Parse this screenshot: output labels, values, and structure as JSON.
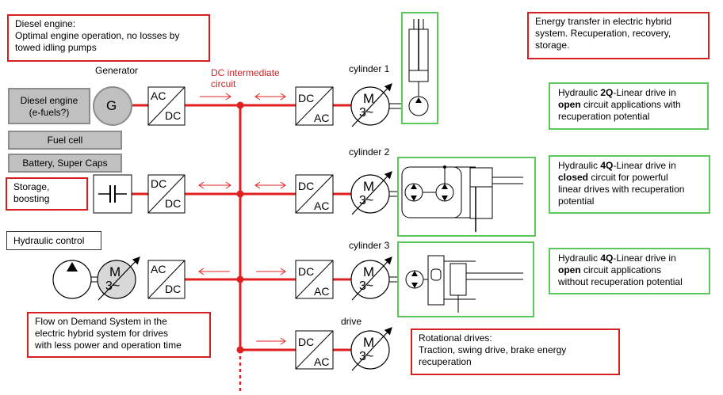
{
  "notes": {
    "diesel": [
      "Diesel engine:",
      "Optimal engine operation, no losses by",
      "towed idling pumps"
    ],
    "energy": [
      "Energy transfer in electric hybrid",
      "system. Recuperation, recovery,",
      "storage."
    ],
    "storage": [
      "Storage,",
      "boosting"
    ],
    "fod": [
      "Flow on Demand System in the",
      "electric hybrid system for drives",
      "with less power and operation time"
    ],
    "rotational": [
      "Rotational drives:",
      "Traction, swing drive, brake energy",
      "recuperation"
    ]
  },
  "green_notes": {
    "cyl1": {
      "pre": "Hydraulic ",
      "bold1": "2Q",
      "mid": "-Linear drive in",
      "bold2": "open",
      "post": " circuit applications with",
      "tail": "recuperation potential"
    },
    "cyl2": {
      "pre": "Hydraulic ",
      "bold1": "4Q",
      "mid": "-Linear drive in",
      "bold2": "closed",
      "post": " circuit for powerful",
      "tail": "linear drives with recuperation",
      "tail2": "potential"
    },
    "cyl3": {
      "pre": "Hydraulic ",
      "bold1": "4Q",
      "mid": "-Linear drive in",
      "bold2": "open",
      "post": " circuit applications",
      "tail": "without recuperation potential"
    }
  },
  "sources": {
    "diesel_engine": [
      "Diesel engine",
      "(e-fuels?)"
    ],
    "fuel_cell": "Fuel cell",
    "battery": "Battery, Super Caps",
    "hydraulic_control": "Hydraulic control"
  },
  "labels": {
    "generator": "Generator",
    "g": "G",
    "dc_circuit": [
      "DC intermediate",
      "circuit"
    ],
    "cylinder1": "cylinder 1",
    "cylinder2": "cylinder 2",
    "cylinder3": "cylinder 3",
    "drive": "drive"
  },
  "converters": {
    "ac": "AC",
    "dc": "DC"
  },
  "motor": {
    "m": "M",
    "three_phase": "3~"
  },
  "colors": {
    "bus": "#e02020",
    "note_border": "#d42020",
    "green_border": "#5cc85c",
    "gray_fill": "#c0c0c0"
  }
}
